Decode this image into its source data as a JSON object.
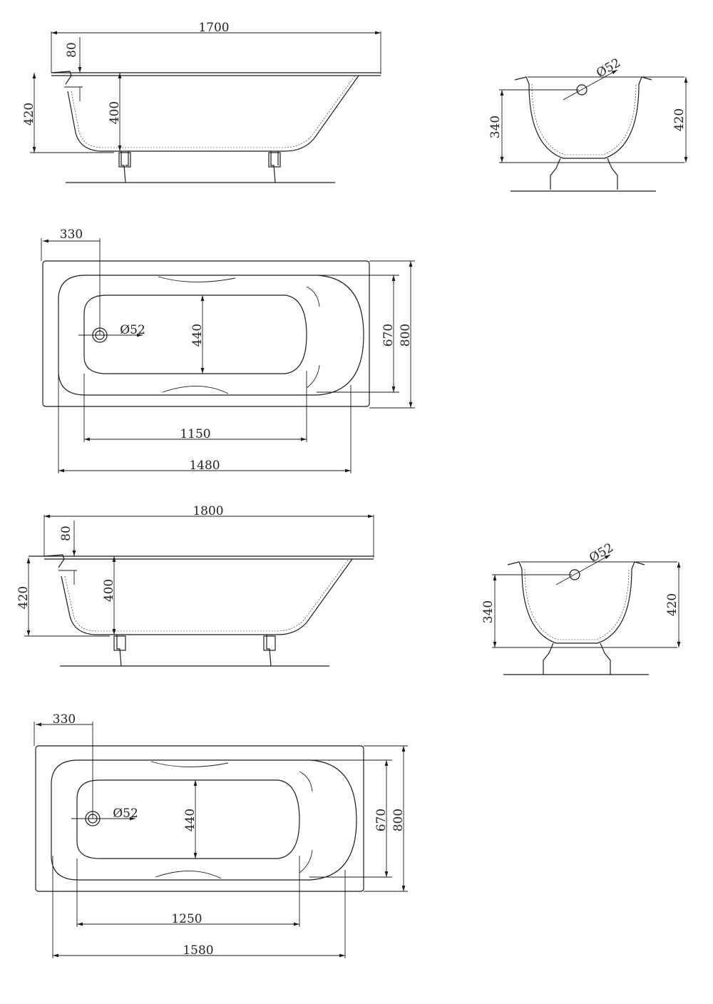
{
  "drawing_1700": {
    "side": {
      "length": "1700",
      "rim": "80",
      "height_total": "420",
      "height_inner": "400"
    },
    "end": {
      "drain": "Ø52",
      "height_inner": "340",
      "height_total": "420"
    },
    "plan": {
      "drain_offset": "330",
      "drain": "Ø52",
      "inner_width": "440",
      "bottom_length": "1150",
      "inner_length": "1480",
      "width_inner": "670",
      "width_total": "800"
    }
  },
  "drawing_1800": {
    "side": {
      "length": "1800",
      "rim": "80",
      "height_total": "420",
      "height_inner": "400"
    },
    "end": {
      "drain": "Ø52",
      "height_inner": "340",
      "height_total": "420"
    },
    "plan": {
      "drain_offset": "330",
      "drain": "Ø52",
      "inner_width": "440",
      "bottom_length": "1250",
      "inner_length": "1580",
      "width_inner": "670",
      "width_total": "800"
    }
  }
}
